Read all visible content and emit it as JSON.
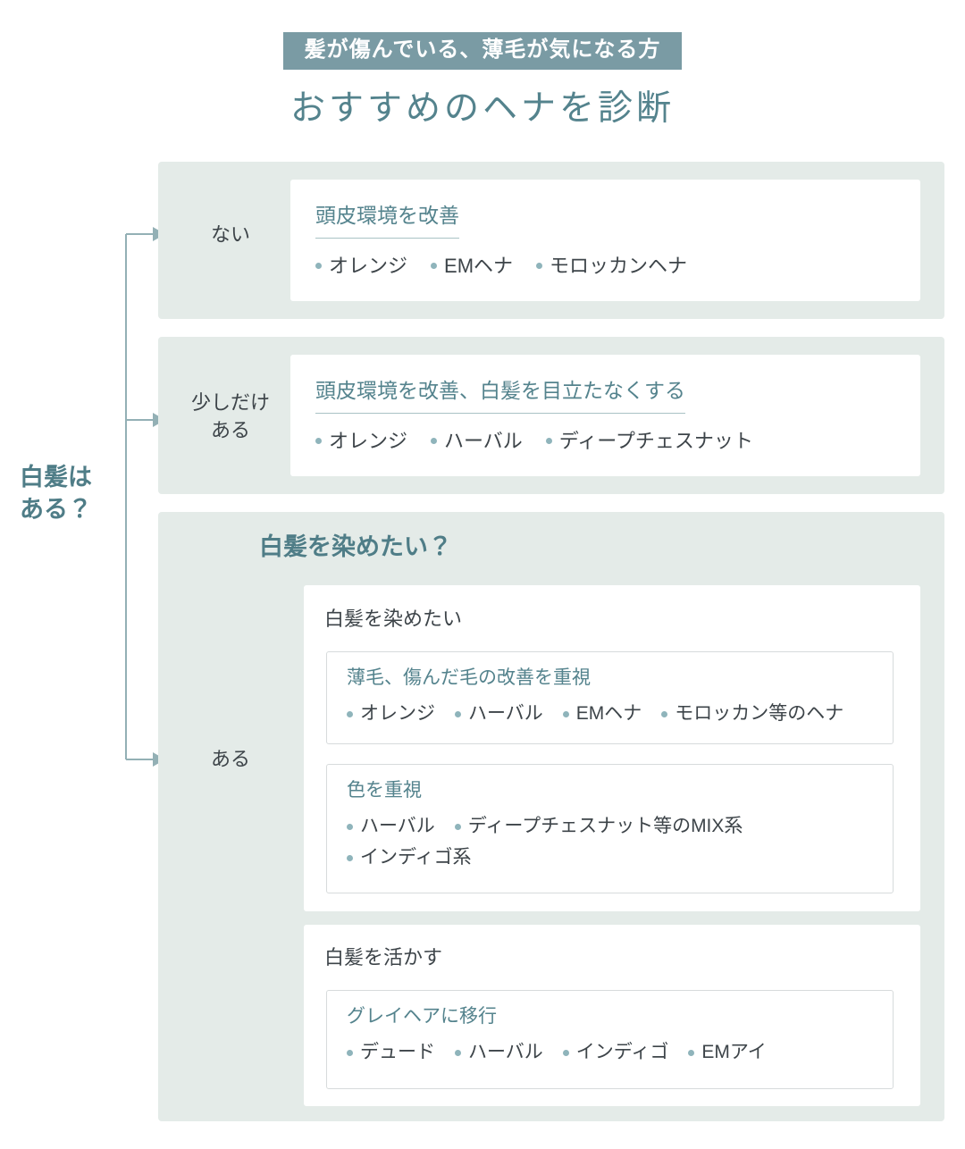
{
  "header": {
    "badge": "髪が傷んでいる、薄毛が気になる方",
    "title": "おすすめのヘナを診断"
  },
  "root": {
    "question": "白髪は\nある？"
  },
  "branches": [
    {
      "label": "ない",
      "card": {
        "heading": "頭皮環境を改善",
        "items": [
          "オレンジ",
          "EMヘナ",
          "モロッカンヘナ"
        ]
      }
    },
    {
      "label": "少しだけ\nある",
      "card": {
        "heading": "頭皮環境を改善、白髪を目立たなくする",
        "items": [
          "オレンジ",
          "ハーバル",
          "ディープチェスナット"
        ]
      }
    },
    {
      "label": "ある",
      "sub_question": "白髪を染めたい？",
      "sub_branches": [
        {
          "label": "白髪を染めたい",
          "boxes": [
            {
              "heading": "薄毛、傷んだ毛の改善を重視",
              "items": [
                "オレンジ",
                "ハーバル",
                "EMヘナ",
                "モロッカン等のヘナ"
              ]
            },
            {
              "heading": "色を重視",
              "items": [
                "ハーバル",
                "ディープチェスナット等のMIX系",
                "インディゴ系"
              ]
            }
          ]
        },
        {
          "label": "白髪を活かす",
          "boxes": [
            {
              "heading": "グレイヘアに移行",
              "items": [
                "デュード",
                "ハーバル",
                "インディゴ",
                "EMアイ"
              ]
            }
          ]
        }
      ]
    }
  ],
  "colors": {
    "badge_bg": "#7a9ba4",
    "title": "#54838d",
    "panel_bg": "#e4ebe8",
    "connector": "#93b0b5",
    "heading": "#54838d",
    "question": "#4f7d87",
    "bullet": "#8fb4bb",
    "text": "#3d4449"
  }
}
